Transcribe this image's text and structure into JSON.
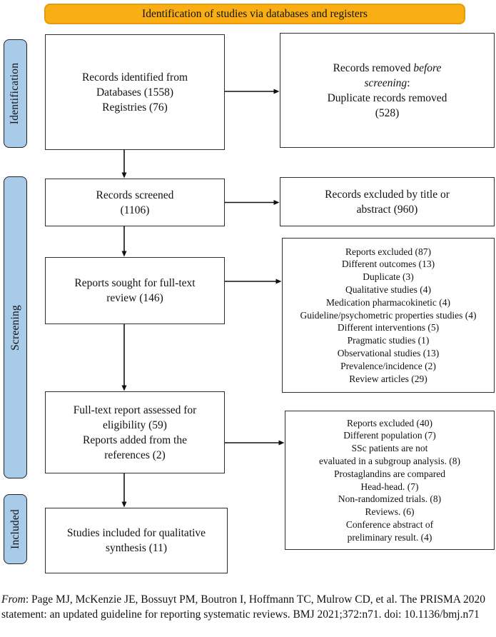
{
  "banner": {
    "label": "Identification of studies via databases and registers"
  },
  "stages": [
    {
      "label": "Identification"
    },
    {
      "label": "Screening"
    },
    {
      "label": "Included"
    }
  ],
  "boxes": {
    "identified": {
      "lines": [
        "Records identified from",
        "Databases (1558)",
        "Registries (76)"
      ]
    },
    "removed": {
      "l1_normal": "Records removed ",
      "l1_italic": "before",
      "l2_italic": "screening",
      "l2_normal": ":",
      "l3": "Duplicate records removed",
      "l4": "(528)"
    },
    "screened": {
      "lines": [
        "Records screened",
        "(1106)"
      ]
    },
    "excluded_title": {
      "lines": [
        "Records excluded by title or",
        "abstract (960)"
      ]
    },
    "sought": {
      "lines": [
        "Reports sought for full-text",
        "review (146)"
      ]
    },
    "excluded_fulltext": {
      "lines": [
        "Reports excluded (87)",
        "Different outcomes (13)",
        "Duplicate (3)",
        "Qualitative studies (4)",
        "Medication pharmacokinetic (4)",
        "Guideline/psychometric properties studies (4)",
        "Different interventions (5)",
        "Pragmatic studies (1)",
        "Observational studies (13)",
        "Prevalence/incidence (2)",
        "Review articles (29)"
      ]
    },
    "assessed": {
      "lines": [
        "Full-text report assessed for",
        "eligibility (59)",
        "Reports added from the",
        "references (2)"
      ]
    },
    "excluded_assessed": {
      "lines": [
        "Reports excluded (40)",
        "Different population (7)",
        "SSc patients are not",
        "evaluated in a subgroup analysis. (8)",
        "Prostaglandins are compared",
        "Head-head. (7)",
        "Non-randomized trials. (8)",
        "Reviews. (6)",
        "Conference abstract of",
        "preliminary result. (4)"
      ]
    },
    "included": {
      "lines": [
        "Studies included for qualitative",
        "synthesis (11)"
      ]
    }
  },
  "footer": {
    "lead_italic": "From",
    "text": ": Page MJ, McKenzie JE, Bossuyt PM, Boutron I, Hoffmann TC, Mulrow CD, et al. The PRISMA 2020 statement: an updated guideline for reporting systematic reviews. BMJ 2021;372:n71. doi: 10.1136/bmj.n71"
  },
  "colors": {
    "banner_fill": "#F9AE13",
    "banner_border": "#E59B0B",
    "stage_fill": "#A9CBEA",
    "line_color": "#111111"
  }
}
